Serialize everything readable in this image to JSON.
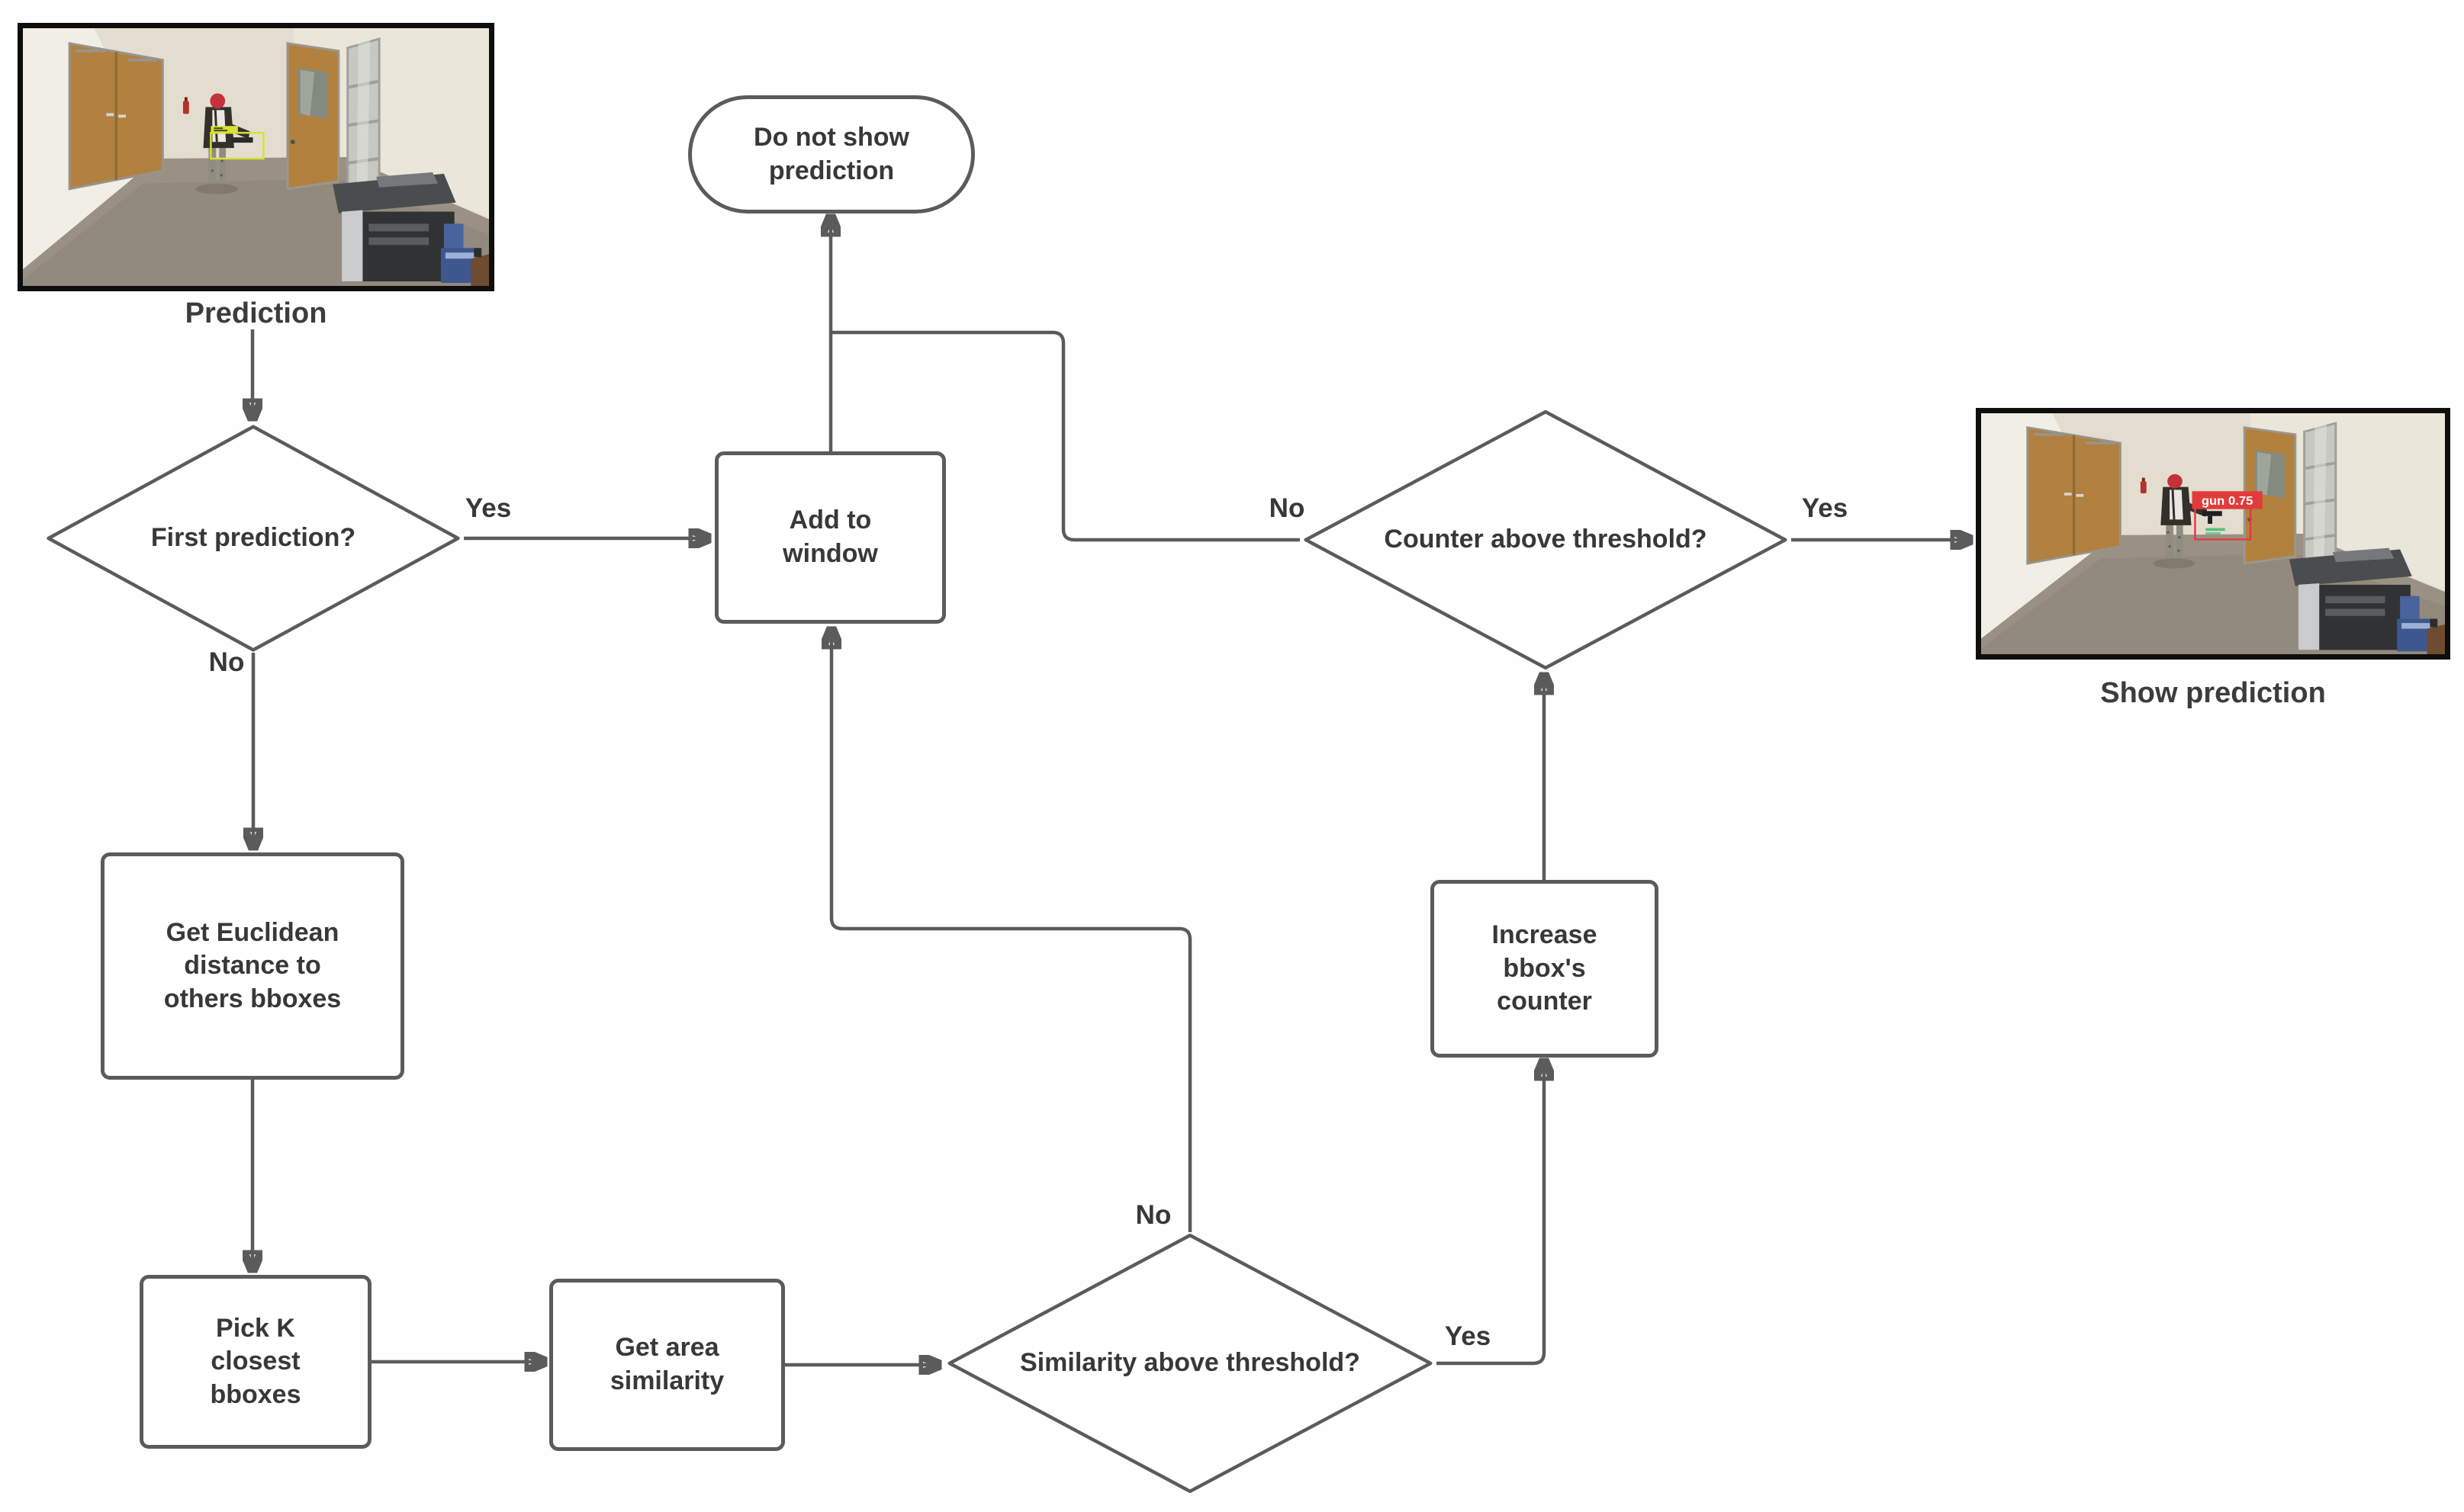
{
  "nodes": {
    "prediction_image": {
      "caption": "Prediction"
    },
    "first_prediction": {
      "label": "First prediction?"
    },
    "do_not_show": {
      "label": "Do not show\nprediction"
    },
    "add_to_window": {
      "label": "Add to\nwindow"
    },
    "get_euclidean": {
      "label": "Get Euclidean\ndistance to\nothers bboxes"
    },
    "pick_k_closest": {
      "label": "Pick K\nclosest\nbboxes"
    },
    "get_area_similarity": {
      "label": "Get area\nsimilarity"
    },
    "similarity_above_threshold": {
      "label": "Similarity above threshold?"
    },
    "increase_bbox_counter": {
      "label": "Increase\nbbox's\ncounter"
    },
    "counter_above_threshold": {
      "label": "Counter above threshold?"
    },
    "show_prediction_image": {
      "caption": "Show prediction"
    }
  },
  "edge_labels": {
    "first_prediction_yes": "Yes",
    "first_prediction_no": "No",
    "similarity_yes": "Yes",
    "similarity_no": "No",
    "counter_yes": "Yes",
    "counter_no": "No"
  },
  "detection": {
    "right_bbox_label": "gun 0.75",
    "bbox_red": "#e23b3b",
    "bbox_yellow": "#d9e232"
  },
  "colors": {
    "connector": "#5b5b5b",
    "node_border": "#5b5b5b",
    "node_text": "#383838",
    "background": "#fefefe"
  }
}
